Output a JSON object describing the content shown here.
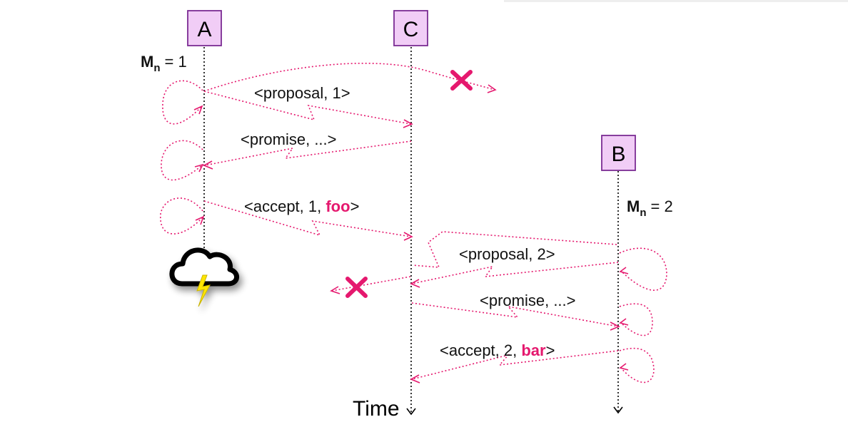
{
  "nodes": {
    "a": "A",
    "c": "C",
    "b": "B"
  },
  "mn_label": "M",
  "mn_sub": "n",
  "mn_a_value": "= 1",
  "mn_b_value": "= 2",
  "messages": {
    "proposal_1": "<proposal, 1>",
    "promise_1": "<promise, ...>",
    "accept_1_prefix": "<accept, 1, ",
    "accept_1_value": "foo",
    "accept_1_suffix": ">",
    "proposal_2": "<proposal, 2>",
    "promise_2": "<promise, ...>",
    "accept_2_prefix": "<accept, 2, ",
    "accept_2_value": "bar",
    "accept_2_suffix": ">"
  },
  "time_label": "Time",
  "icons": {
    "failure": "storm-cloud-icon",
    "lost_message": "x-mark-icon"
  },
  "colors": {
    "message": "#e5186e",
    "node_fill": "#f1cdf6",
    "node_border": "#7b2c93",
    "lightning": "#ffe600"
  }
}
